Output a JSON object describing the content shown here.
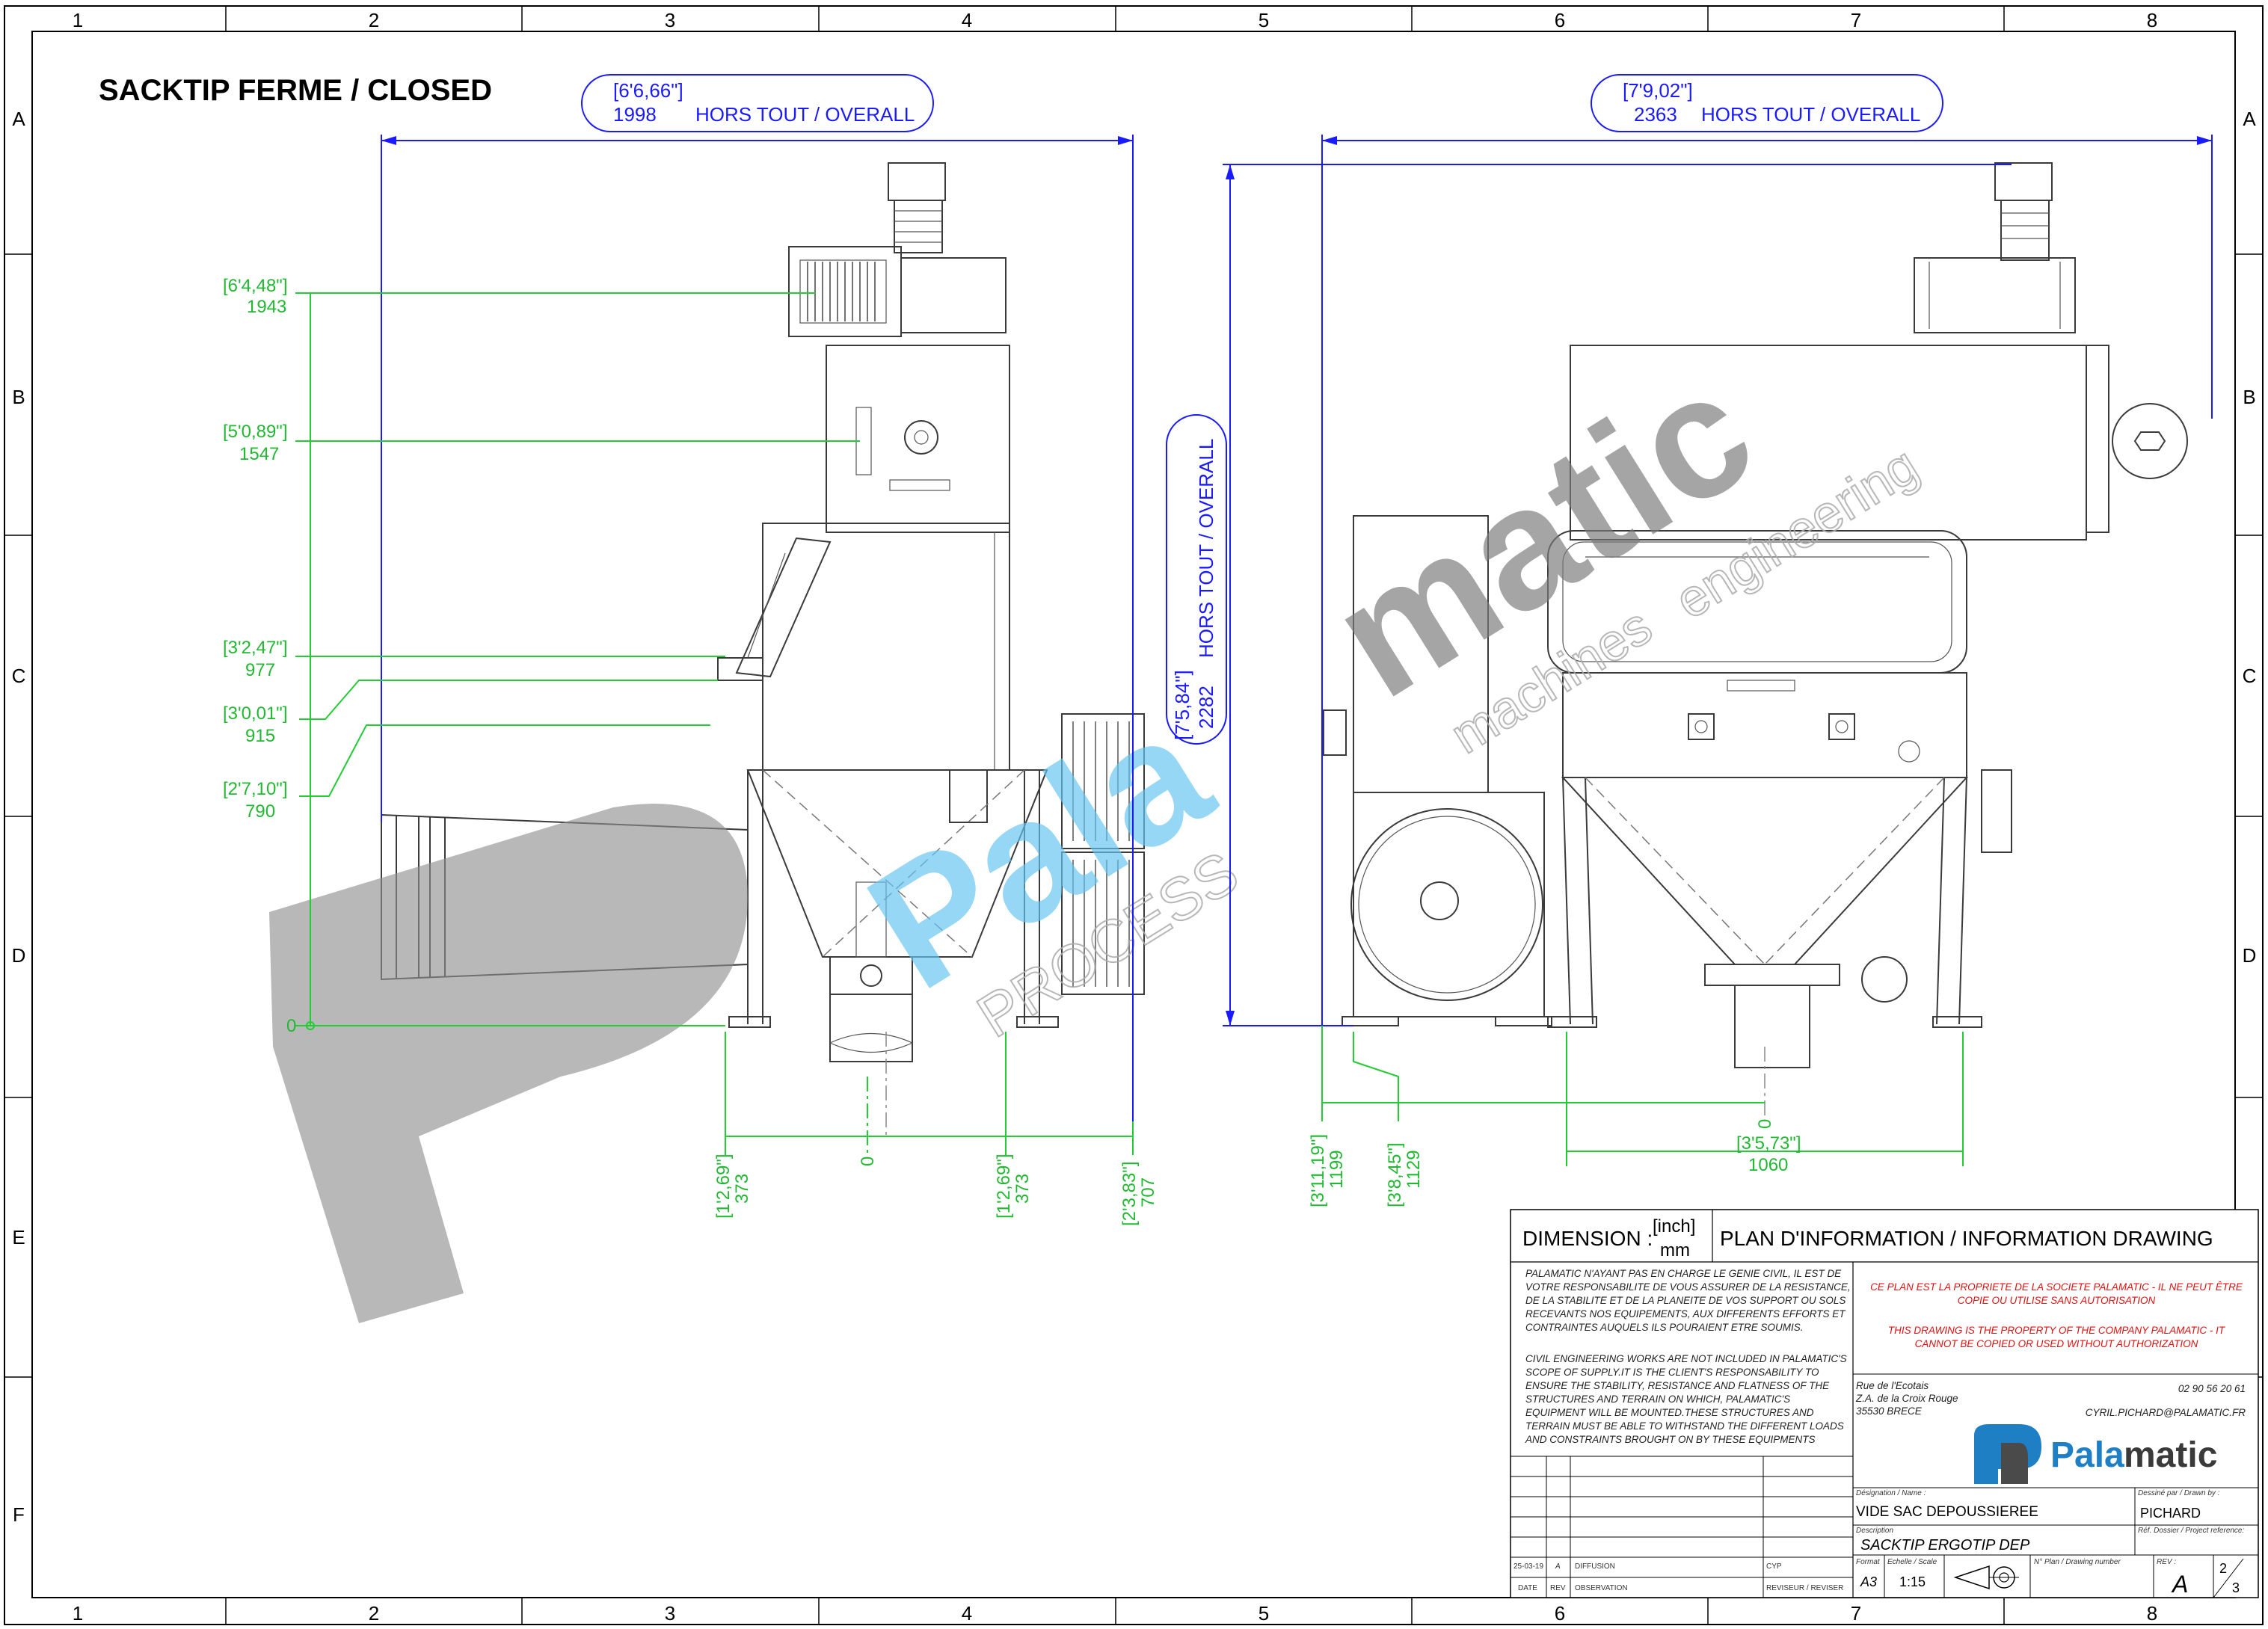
{
  "sheet": {
    "title": "SACKTIP FERME / CLOSED",
    "zone_columns": [
      "1",
      "2",
      "3",
      "4",
      "5",
      "6",
      "7",
      "8"
    ],
    "zone_rows": [
      "A",
      "B",
      "C",
      "D",
      "E",
      "F"
    ]
  },
  "watermark": {
    "brand": "Palamatic",
    "brand_part1": "Pala",
    "brand_part2": "matic",
    "tagline_1": "PROCESS",
    "tagline_2": "machines",
    "tagline_3": "engineering"
  },
  "dimensions_side": {
    "overall_width_inch": "[6'6,66\"]",
    "overall_width_mm": "1998",
    "overall_label": "HORS TOUT / OVERALL",
    "heights": [
      {
        "inch": "[6'4,48\"]",
        "mm": "1943"
      },
      {
        "inch": "[5'0,89\"]",
        "mm": "1547"
      },
      {
        "inch": "[3'2,47\"]",
        "mm": "977"
      },
      {
        "inch": "[3'0,01\"]",
        "mm": "915"
      },
      {
        "inch": "[2'7,10\"]",
        "mm": "790"
      }
    ],
    "zero": "0",
    "bottom": [
      {
        "inch": "[1'2,69\"]",
        "mm": "373"
      },
      {
        "inch": "[1'2,69\"]",
        "mm": "373"
      },
      {
        "inch": "[2'3,83\"]",
        "mm": "707"
      }
    ]
  },
  "dimensions_front": {
    "overall_width_inch": "[7'9,02\"]",
    "overall_width_mm": "2363",
    "overall_label": "HORS TOUT / OVERALL",
    "height_inch": "[7'5,84\"]",
    "height_mm": "2282",
    "height_label": "HORS TOUT / OVERALL",
    "zero": "0",
    "bottom_left": [
      {
        "inch": "[3'11,19\"]",
        "mm": "1199"
      },
      {
        "inch": "[3'8,45\"]",
        "mm": "1129"
      }
    ],
    "bottom_right": {
      "inch": "[3'5,73\"]",
      "mm": "1060"
    }
  },
  "title_block": {
    "dimension_label": "DIMENSION :",
    "unit_inch": "[inch]",
    "unit_mm": "mm",
    "drawing_type": "PLAN D'INFORMATION / INFORMATION DRAWING",
    "civil_fr": [
      "PALAMATIC N'AYANT PAS EN CHARGE LE GENIE CIVIL, IL EST DE",
      "VOTRE RESPONSABILITE DE VOUS ASSURER DE LA RESISTANCE,",
      "DE LA STABILITE ET DE LA PLANEITE DE VOS SUPPORT OU SOLS",
      "RECEVANTS NOS EQUIPEMENTS, AUX DIFFERENTS EFFORTS ET",
      "CONTRAINTES AUQUELS ILS POURAIENT ETRE SOUMIS."
    ],
    "civil_en": [
      "CIVIL ENGINEERING WORKS ARE NOT INCLUDED IN PALAMATIC'S",
      "SCOPE OF SUPPLY.IT IS THE CLIENT'S RESPONSABILITY TO",
      "ENSURE THE STABILITY, RESISTANCE AND FLATNESS OF THE",
      "STRUCTURES AND TERRAIN ON WHICH, PALAMATIC'S",
      "EQUIPMENT WILL BE MOUNTED.THESE STRUCTURES AND",
      "TERRAIN MUST BE ABLE TO WITHSTAND THE DIFFERENT LOADS",
      "AND CONSTRAINTS BROUGHT ON BY THESE EQUIPMENTS"
    ],
    "property_fr": [
      "CE PLAN EST LA PROPRIETE DE LA SOCIETE PALAMATIC - IL NE PEUT ÊTRE",
      "COPIE OU UTILISE SANS AUTORISATION"
    ],
    "property_en": [
      "THIS DRAWING IS THE PROPERTY OF THE COMPANY PALAMATIC - IT",
      "CANNOT BE COPIED OR USED WITHOUT AUTHORIZATION"
    ],
    "address": [
      "Rue de l'Ecotais",
      "Z.A. de la Croix Rouge",
      "35530 BRECE"
    ],
    "phone": "02 90 56 20 61",
    "email": "CYRIL.PICHARD@PALAMATIC.FR",
    "logo_text_1": "Pala",
    "logo_text_2": "matic",
    "designation_label": "Désignation / Name :",
    "designation": "VIDE SAC DEPOUSSIEREE",
    "drawn_by_label": "Dessiné par / Drawn by :",
    "drawn_by": "PICHARD",
    "description_label": "Description",
    "description": "SACKTIP ERGOTIP DEP",
    "ref_label": "Réf. Dossier / Project reference:",
    "format_label": "Format",
    "format": "A3",
    "scale_label": "Echelle / Scale",
    "scale": "1:15",
    "plan_number_label": "N° Plan / Drawing number",
    "rev_label": "REV :",
    "rev": "A",
    "sheet_num": "2",
    "sheet_total": "3",
    "revision_rows": [
      {
        "date": "25-03-19",
        "rev": "A",
        "obs": "DIFFUSION",
        "reviser": "CYP"
      }
    ],
    "rev_head": {
      "date": "DATE",
      "rev": "REV",
      "obs": "OBSERVATION",
      "reviser": "REVISEUR / REVISER"
    }
  }
}
